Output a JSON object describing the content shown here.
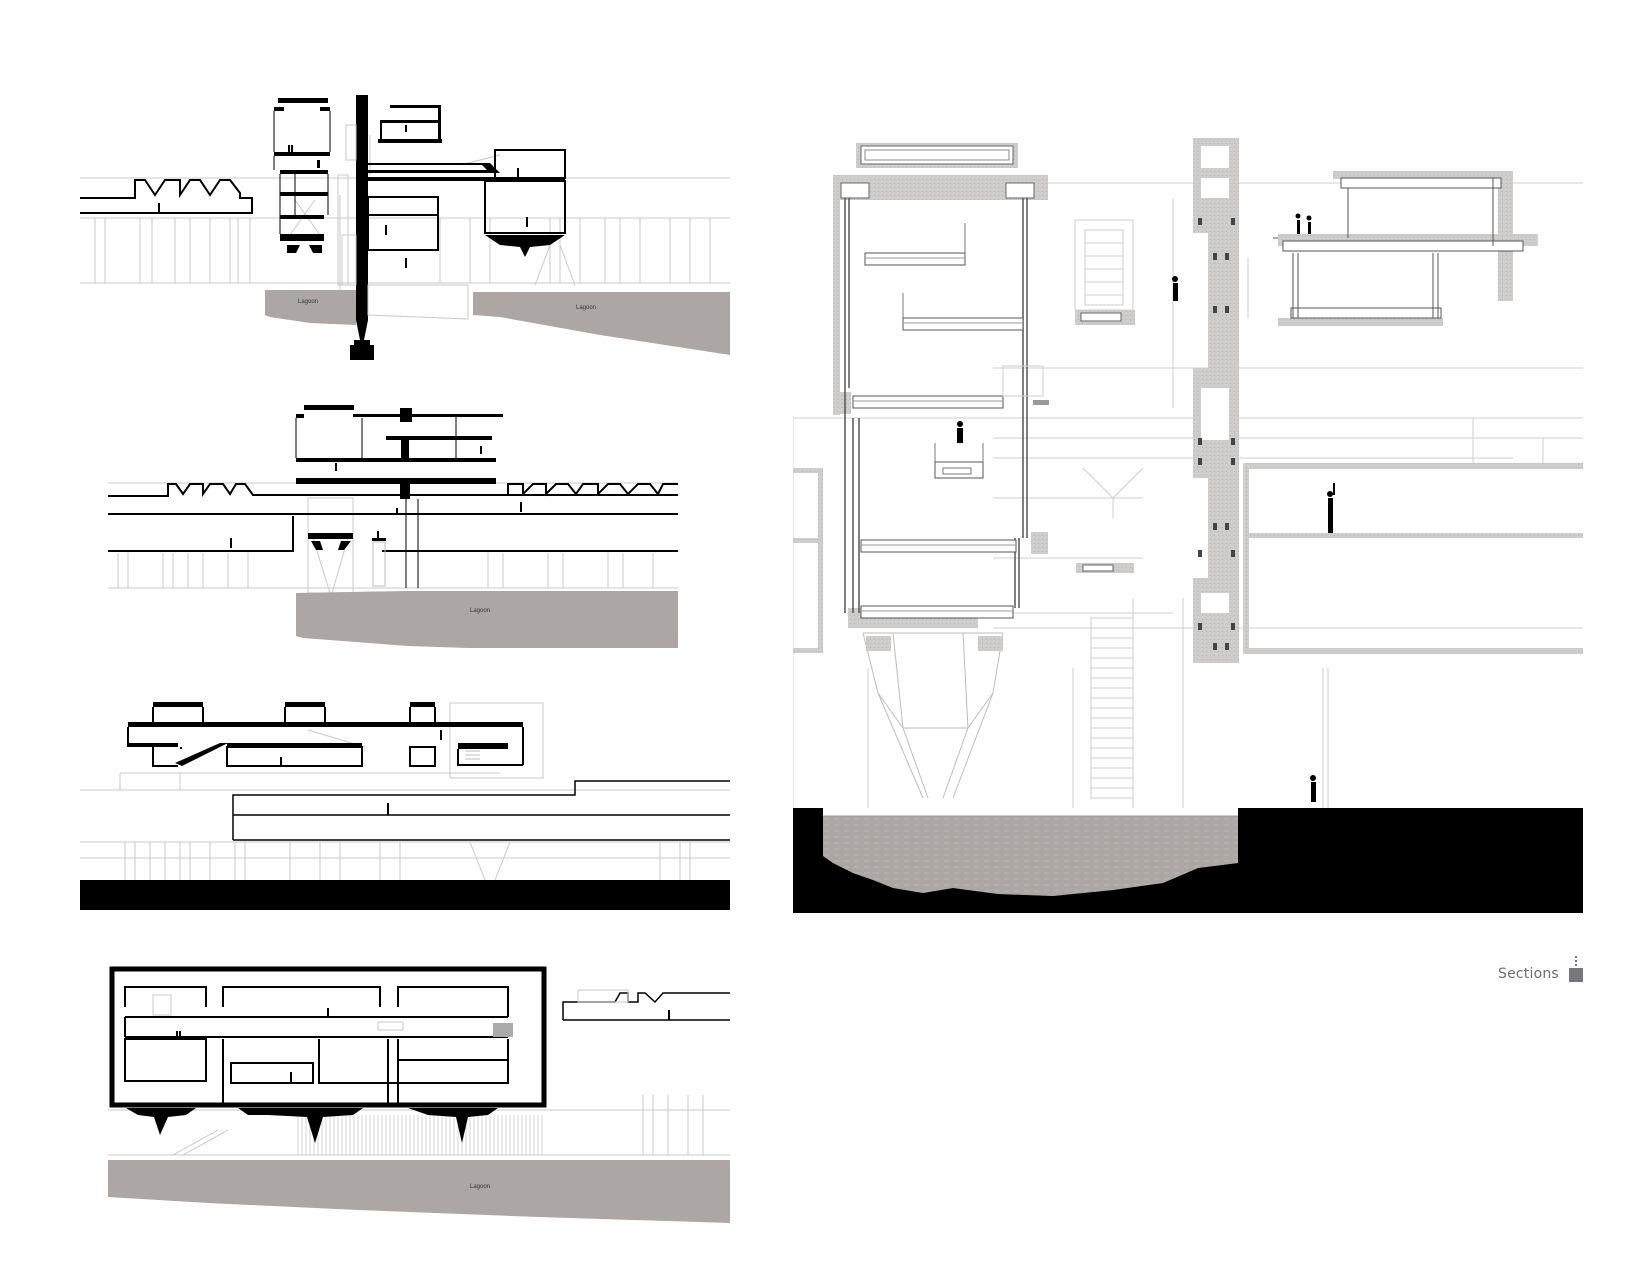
{
  "sheet": {
    "title": "Sections",
    "background": "#ffffff",
    "colors": {
      "ink": "#000000",
      "fine_line": "#c8c8c8",
      "lagoon_fill": "#aca7a4",
      "concrete_fill": "#cfcdcb",
      "ground_fill": "#000000",
      "legend_text": "#6d6d6d",
      "legend_icon": "#77777b"
    }
  },
  "sections": [
    {
      "id": "section-1",
      "labels": [
        "Lagoon",
        "Lagoon"
      ],
      "figures": 9
    },
    {
      "id": "section-2",
      "labels": [
        "Lagoon"
      ],
      "figures": 6
    },
    {
      "id": "section-3",
      "labels": [],
      "figures": 4
    },
    {
      "id": "section-4",
      "labels": [
        "Lagoon"
      ],
      "figures": 6
    },
    {
      "id": "detail-section",
      "labels": [],
      "figures": 7
    }
  ],
  "labels": {
    "s1_lagoon_left": "Lagoon",
    "s1_lagoon_right": "Lagoon",
    "s2_lagoon": "Lagoon",
    "s4_lagoon": "Lagoon"
  },
  "legend": {
    "label": "Sections",
    "icon": "section-marker-icon"
  }
}
